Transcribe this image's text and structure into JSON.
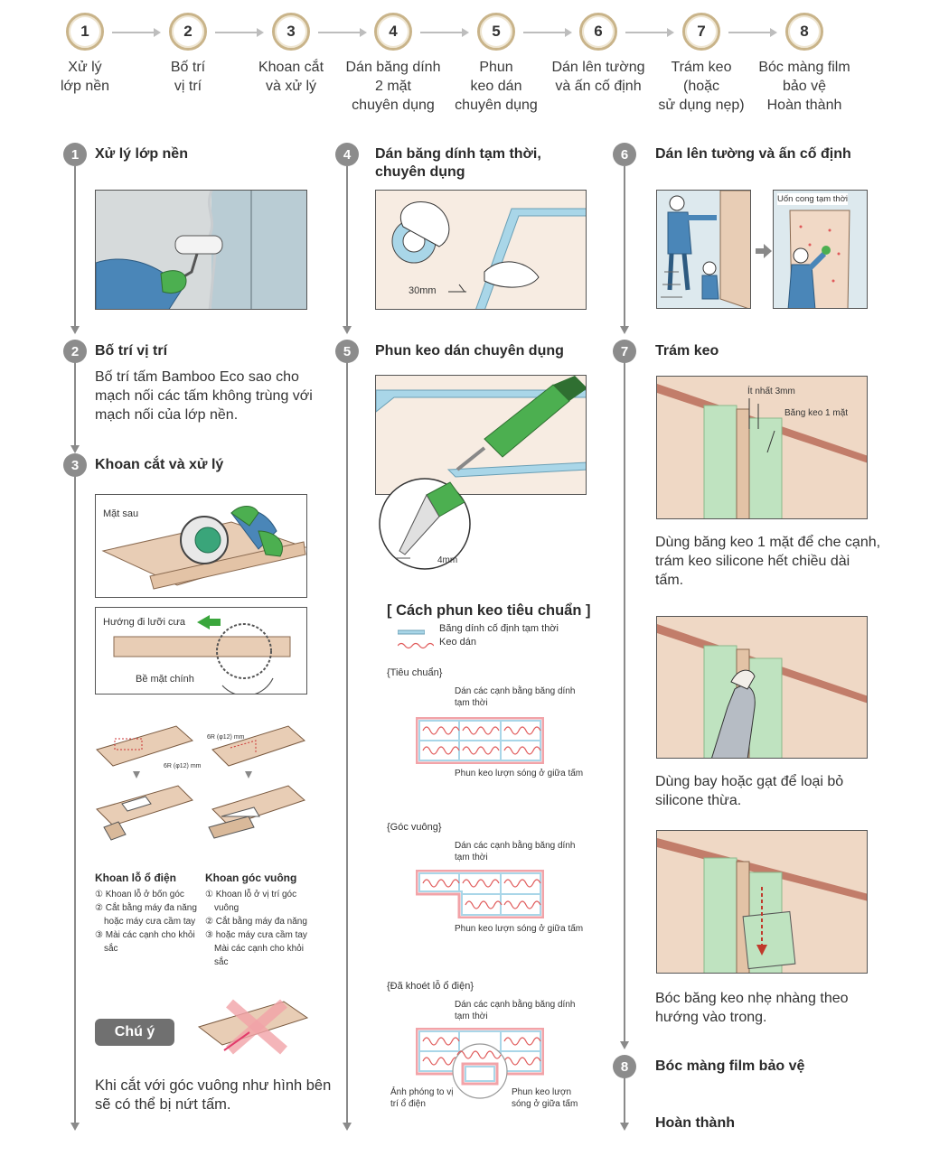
{
  "steps": [
    {
      "n": "1",
      "label": "Xử lý\nlớp nền"
    },
    {
      "n": "2",
      "label": "Bố trí\nvị trí"
    },
    {
      "n": "3",
      "label": "Khoan cắt\nvà xử lý"
    },
    {
      "n": "4",
      "label": "Dán băng dính\n2 mặt\nchuyên dụng"
    },
    {
      "n": "5",
      "label": "Phun\nkeo dán\nchuyên dụng"
    },
    {
      "n": "6",
      "label": "Dán lên tường\nvà ấn cố định"
    },
    {
      "n": "7",
      "label": "Trám keo\n(hoặc\nsử dụng nẹp)"
    },
    {
      "n": "8",
      "label": "Bóc màng film\nbảo vệ\nHoàn thành"
    }
  ],
  "col1": {
    "s1": {
      "n": "1",
      "title": "Xử lý lớp nền"
    },
    "s2": {
      "n": "2",
      "title": "Bố trí vị trí",
      "text": "Bố trí tấm Bamboo Eco sao cho mạch nối các tấm không trùng với mạch nối của lớp nền."
    },
    "s3": {
      "n": "3",
      "title": "Khoan cắt và xử lý",
      "back_label": "Mặt sau",
      "blade_dir_label": "Hướng đi lưỡi cưa",
      "main_face_label": "Bề mặt chính",
      "dim_label_1": "6R (φ12) mm",
      "dim_label_2": "6R (φ12) mm",
      "outlet_title": "Khoan lỗ ổ điện",
      "outlet_items": [
        "① Khoan lỗ ở bốn góc",
        "② Cắt bằng máy đa năng",
        "hoặc máy cưa cầm tay",
        "③ Mài các cạnh cho khỏi",
        "sắc"
      ],
      "corner_title": "Khoan góc vuông",
      "corner_items": [
        "① Khoan lỗ ở vị trí góc",
        "vuông",
        "② Cắt bằng máy đa năng",
        "③ hoặc máy cưa cầm tay",
        "Mài các cạnh cho khỏi",
        "sắc"
      ],
      "note_badge": "Chú ý",
      "note_text": "Khi cắt với góc vuông như hình bên sẽ có thể bị nứt tấm."
    }
  },
  "col2": {
    "s4": {
      "n": "4",
      "title": "Dán băng dính tạm thời, chuyên dụng",
      "dim": "30mm"
    },
    "s5": {
      "n": "5",
      "title": "Phun keo dán chuyên dụng",
      "nozzle": "4mm",
      "std_title": "[ Cách phun keo tiêu chuẩn ]",
      "legend_tape": "Băng dính cố định tạm thời",
      "legend_glue": "Keo dán",
      "cases": [
        {
          "title": "{Tiêu chuẩn}",
          "top": "Dán các cạnh bằng băng dính tạm thời",
          "bottom": "Phun keo lượn sóng ở giữa tấm"
        },
        {
          "title": "{Góc vuông}",
          "top": "Dán các cạnh bằng băng dính tạm thời",
          "bottom": "Phun keo lượn sóng ở giữa tấm"
        },
        {
          "title": "{Đã khoét lỗ ổ điện}",
          "top": "Dán các cạnh bằng băng dính tạm thời",
          "zoom": "Ảnh phóng to vị trí ổ điện",
          "bottom": "Phun keo lượn sóng ở giữa tấm"
        }
      ]
    }
  },
  "col3": {
    "s6": {
      "n": "6",
      "title": "Dán lên tường và ấn cố định",
      "bend": "Uốn cong tạm thời"
    },
    "s7": {
      "n": "7",
      "title": "Trám keo",
      "min_label": "Ít nhất 3mm",
      "tape_label": "Băng keo 1 mặt",
      "text1": "Dùng băng keo 1 mặt để che cạnh, trám keo silicone hết chiều dài tấm.",
      "text2": "Dùng bay hoặc gạt để loại bỏ silicone thừa.",
      "text3": "Bóc băng keo nhẹ nhàng theo hướng vào trong."
    },
    "s8": {
      "n": "8",
      "title": "Bóc màng film bảo vệ",
      "finish": "Hoàn thành"
    }
  },
  "colors": {
    "gold": "#c9b48a",
    "grey": "#8c8c8c",
    "wood": "#e8cdb5",
    "green": "#bfe3c0",
    "tape_blue": "#a9d6e8",
    "glue_red": "#e05a5a",
    "sky": "#a7c9d6"
  }
}
